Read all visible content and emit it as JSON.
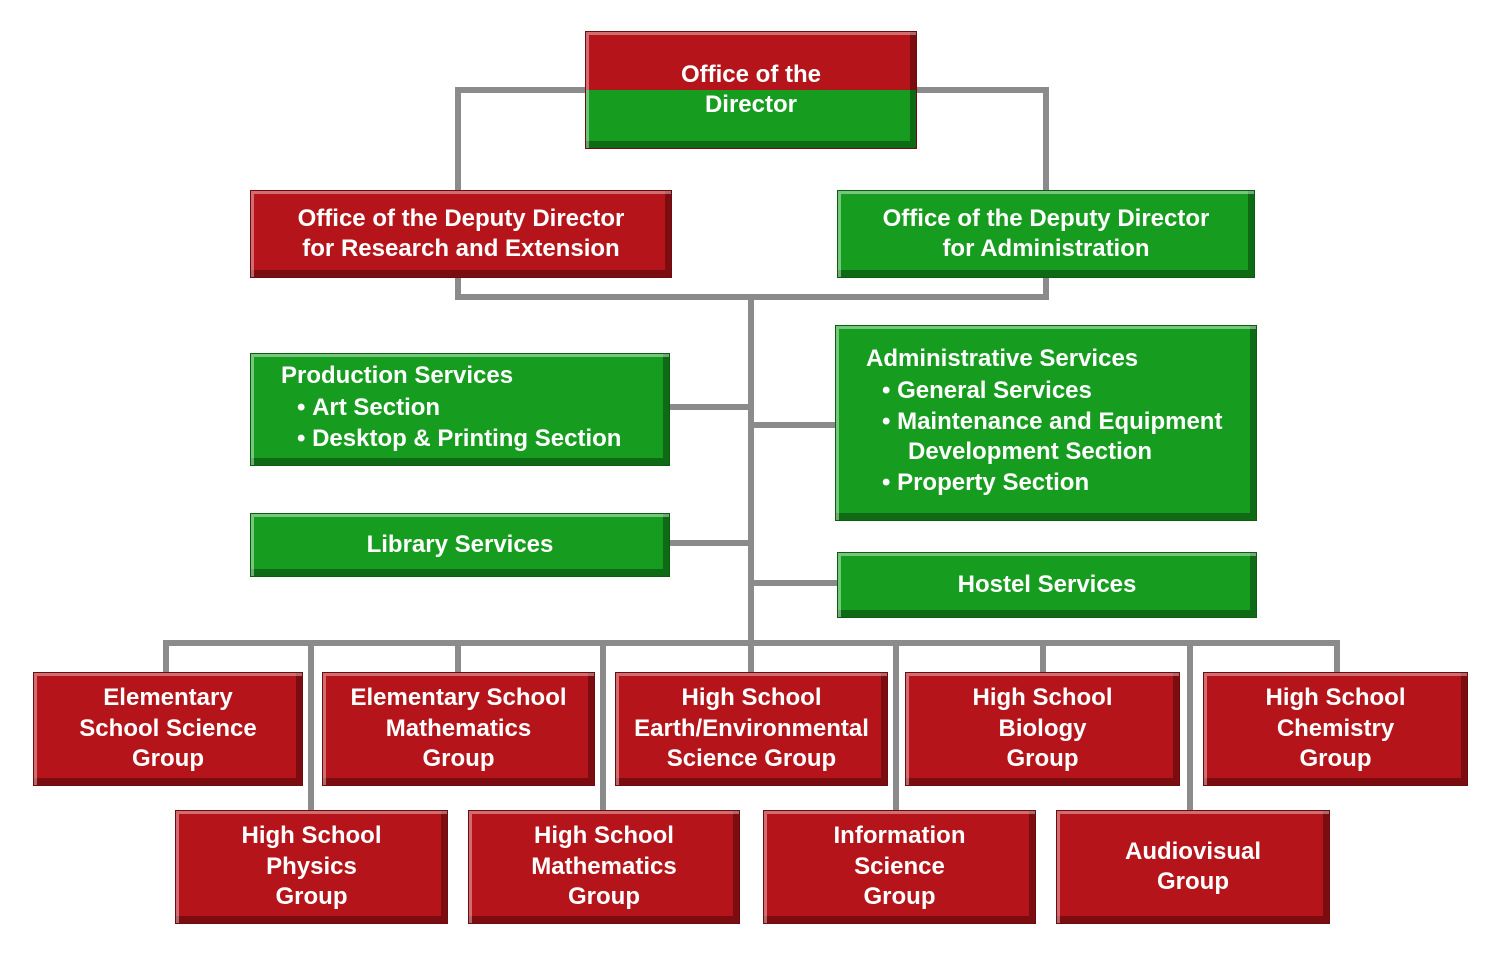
{
  "palette": {
    "box_red": "#b5141a",
    "box_green": "#169d1f",
    "connector_gray": "#8b8b8b",
    "text_white": "#ffffff"
  },
  "org": {
    "director": {
      "label": [
        "Office of the",
        "Director"
      ]
    },
    "deputy_research": {
      "label": [
        "Office of the Deputy Director",
        "for Research and Extension"
      ]
    },
    "deputy_admin": {
      "label": [
        "Office of the Deputy Director",
        "for Administration"
      ]
    },
    "production": {
      "title": "Production Services",
      "bullets": [
        "Art Section",
        "Desktop & Printing Section"
      ]
    },
    "admin_services": {
      "title": "Administrative Services",
      "bullets": [
        "General Services",
        "Maintenance and Equipment Development Section",
        "Property Section"
      ]
    },
    "library": {
      "label": "Library Services"
    },
    "hostel": {
      "label": "Hostel Services"
    },
    "groups_row1": [
      {
        "label": [
          "Elementary",
          "School Science",
          "Group"
        ]
      },
      {
        "label": [
          "Elementary School",
          "Mathematics",
          "Group"
        ]
      },
      {
        "label": [
          "High School",
          "Earth/Environmental",
          "Science Group"
        ]
      },
      {
        "label": [
          "High School",
          "Biology",
          "Group"
        ]
      },
      {
        "label": [
          "High School",
          "Chemistry",
          "Group"
        ]
      }
    ],
    "groups_row2": [
      {
        "label": [
          "High School",
          "Physics",
          "Group"
        ]
      },
      {
        "label": [
          "High School",
          "Mathematics",
          "Group"
        ]
      },
      {
        "label": [
          "Information",
          "Science",
          "Group"
        ]
      },
      {
        "label": [
          "Audiovisual",
          "Group"
        ]
      }
    ]
  }
}
